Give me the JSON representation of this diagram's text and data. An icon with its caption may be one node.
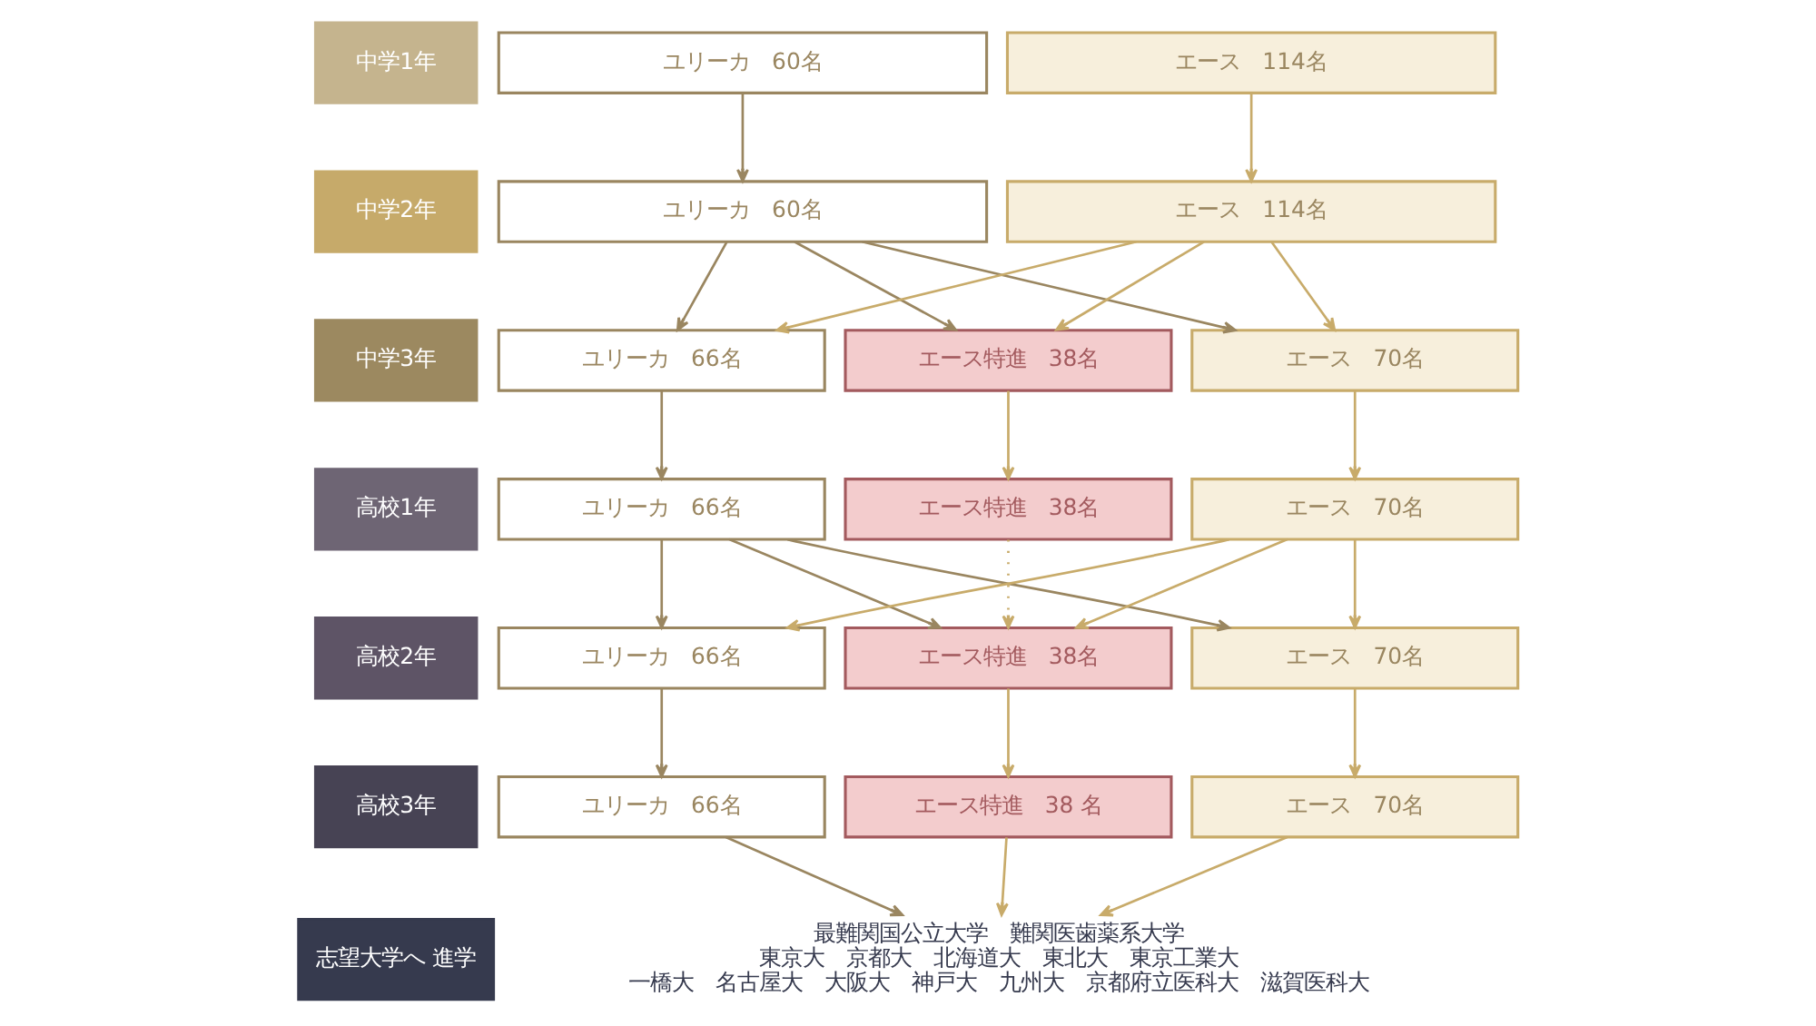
{
  "diagram": {
    "nodes": [
      {
        "text": [
          "中学1年"
        ]
      },
      {
        "text": [
          "中学2年"
        ]
      },
      {
        "text": [
          "中学3年"
        ]
      },
      {
        "text": [
          "高校1年"
        ]
      },
      {
        "text": [
          "高校2年"
        ]
      },
      {
        "text": [
          "高校3年"
        ]
      },
      {
        "text": [
          "志望大学へ 進学"
        ]
      },
      {
        "text": [
          "ユリーカ　60名"
        ]
      },
      {
        "text": [
          "エース　114名"
        ]
      },
      {
        "text": [
          "ユリーカ　60名"
        ]
      },
      {
        "text": [
          "エース　114名"
        ]
      },
      {
        "text": [
          "ユリーカ　66名"
        ]
      },
      {
        "text": [
          "エース特進　38名"
        ]
      },
      {
        "text": [
          "エース　70名"
        ]
      },
      {
        "text": [
          "ユリーカ　66名"
        ]
      },
      {
        "text": [
          "エース特進　38名"
        ]
      },
      {
        "text": [
          "エース　70名"
        ]
      },
      {
        "text": [
          "ユリーカ　66名"
        ]
      },
      {
        "text": [
          "エース特進　38名"
        ]
      },
      {
        "text": [
          "エース　70名"
        ]
      },
      {
        "text": [
          "ユリーカ　66名"
        ]
      },
      {
        "text": [
          "エース特進　38 名"
        ]
      },
      {
        "text": [
          "エース　70名"
        ]
      },
      {
        "text": [
          "最難関国公立大学　難関医歯薬系大学",
          "東京大　京都大　北海道大　東北大　東京工業大",
          "一橋大　名古屋大　大阪大　神戸大　九州大　京都府立医科大　滋賀医科大"
        ]
      }
    ],
    "edges": [
      {
        "from": 7,
        "to": 9,
        "arrow": "to",
        "color": "#9a8660"
      },
      {
        "from": 8,
        "to": 10,
        "arrow": "to"
      },
      {
        "from": 9,
        "to": 11,
        "arrow": "to",
        "color": "#9a8660"
      },
      {
        "from": 9,
        "to": 12,
        "arrow": "to",
        "color": "#9a8660"
      },
      {
        "from": 9,
        "to": 13,
        "arrow": "to",
        "color": "#9a8660"
      },
      {
        "from": 10,
        "to": 11,
        "arrow": "to"
      },
      {
        "from": 10,
        "to": 12,
        "arrow": "to"
      },
      {
        "from": 10,
        "to": 13,
        "arrow": "to"
      },
      {
        "from": 11,
        "to": 14,
        "arrow": "to",
        "color": "#9a8660"
      },
      {
        "from": 12,
        "to": 15,
        "arrow": "to"
      },
      {
        "from": 13,
        "to": 16,
        "arrow": "to"
      },
      {
        "from": 14,
        "to": 17,
        "arrow": "to",
        "color": "#9a8660"
      },
      {
        "from": 14,
        "to": 18,
        "arrow": "to",
        "color": "#9a8660"
      },
      {
        "from": 14,
        "to": 19,
        "arrow": "to",
        "color": "#9a8660"
      },
      {
        "from": 15,
        "to": 18,
        "arrow": "to",
        "style": "dashed"
      },
      {
        "from": 16,
        "to": 17,
        "arrow": "to"
      },
      {
        "from": 16,
        "to": 18,
        "arrow": "to"
      },
      {
        "from": 16,
        "to": 19,
        "arrow": "to"
      },
      {
        "from": 17,
        "to": 20,
        "arrow": "to",
        "color": "#9a8660"
      },
      {
        "from": 18,
        "to": 21,
        "arrow": "to"
      },
      {
        "from": 19,
        "to": 22,
        "arrow": "to"
      },
      {
        "from": 20,
        "to": 23,
        "arrow": "to",
        "color": "#9a8660"
      },
      {
        "from": 21,
        "to": 23,
        "arrow": "to"
      },
      {
        "from": 22,
        "to": 23,
        "arrow": "to"
      }
    ]
  }
}
